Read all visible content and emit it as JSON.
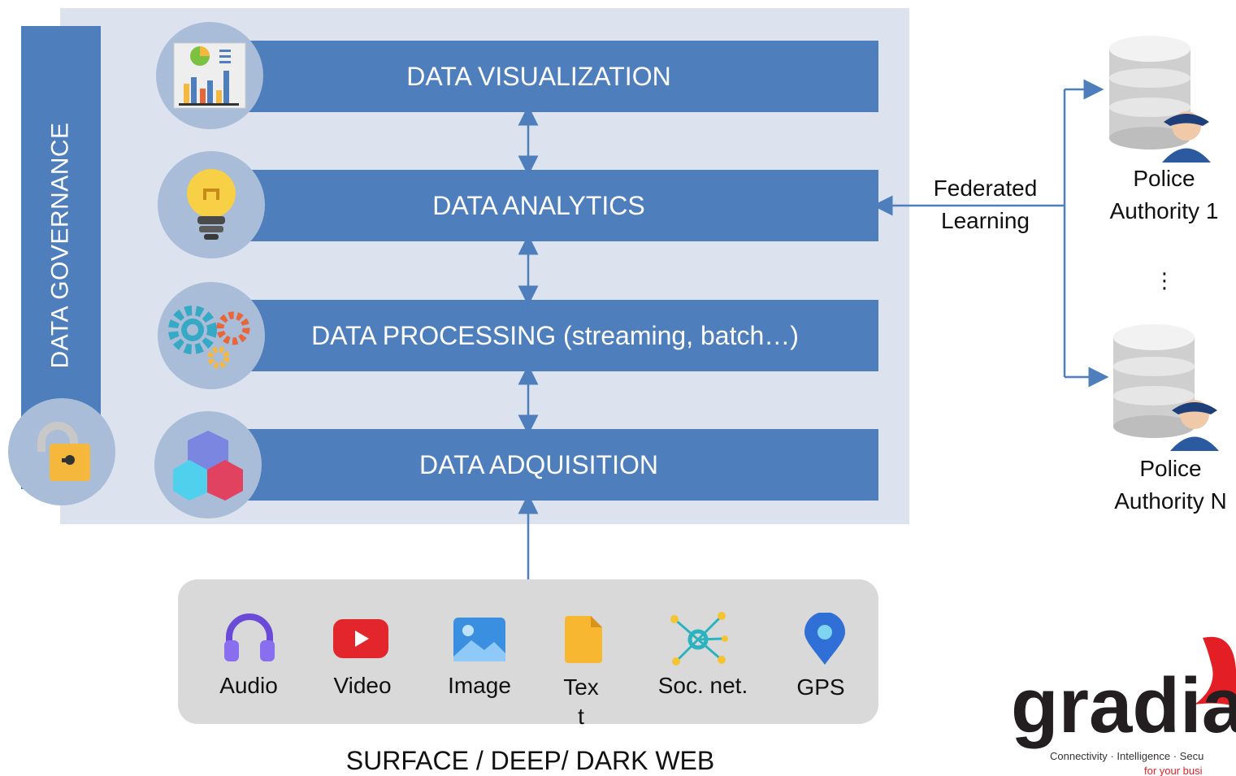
{
  "governance": {
    "label": "DATA GOVERNANCE"
  },
  "layers": {
    "visualization": "DATA VISUALIZATION",
    "analytics": "DATA ANALYTICS",
    "processing": "DATA PROCESSING (streaming, batch…)",
    "acquisition": "DATA ADQUISITION"
  },
  "federated": {
    "label": "Federated Learning"
  },
  "authorities": {
    "first": "Police Authority 1",
    "ellipsis": "⋮",
    "last": "Police Authority N"
  },
  "sources": {
    "audio": "Audio",
    "video": "Video",
    "image": "Image",
    "text": "Tex t",
    "social": "Soc. net.",
    "gps": "GPS"
  },
  "web": {
    "label": "SURFACE / DEEP/ DARK WEB"
  },
  "logo": {
    "name": "gradiant",
    "tagline": "Connectivity · Intelligence · Security",
    "subline": "for your business"
  },
  "colors": {
    "layer": "#4e7fbc",
    "panel": "#dce3ee",
    "icon_circle": "#a9bcd8",
    "sources_box": "#d9d9d9",
    "arrow": "#4e7fbc",
    "logo_red": "#e31e24"
  }
}
